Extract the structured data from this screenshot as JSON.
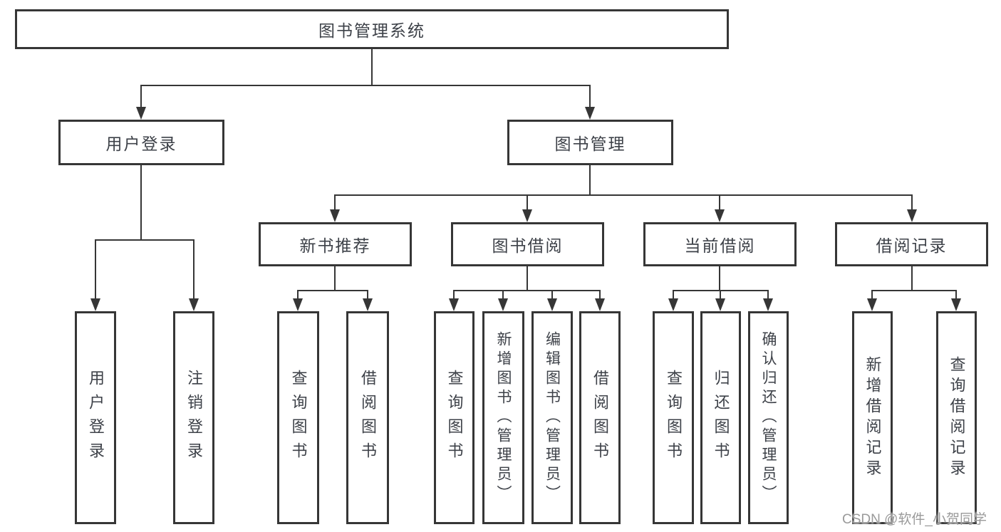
{
  "tree": {
    "root": {
      "label": "图书管理系统",
      "children": [
        {
          "label": "用户登录",
          "children": [
            {
              "label": "用户登录"
            },
            {
              "label": "注销登录"
            }
          ]
        },
        {
          "label": "图书管理",
          "children": [
            {
              "label": "新书推荐",
              "children": [
                {
                  "label": "查询图书"
                },
                {
                  "label": "借阅图书"
                }
              ]
            },
            {
              "label": "图书借阅",
              "children": [
                {
                  "label": "查询图书"
                },
                {
                  "label": "新增图书（管理员）"
                },
                {
                  "label": "编辑图书（管理员）"
                },
                {
                  "label": "借阅图书"
                }
              ]
            },
            {
              "label": "当前借阅",
              "children": [
                {
                  "label": "查询图书"
                },
                {
                  "label": "归还图书"
                },
                {
                  "label": "确认归还（管理员）"
                }
              ]
            },
            {
              "label": "借阅记录",
              "children": [
                {
                  "label": "新增借阅记录"
                },
                {
                  "label": "查询借阅记录"
                }
              ]
            }
          ]
        }
      ]
    }
  },
  "watermark": {
    "text": "CSDN @软件_小贺同学"
  },
  "colors": {
    "box_border": "#363636",
    "connector_line": "#363636",
    "node_text": "#3d4148",
    "watermark_text": "#9a9a9a",
    "background": "#ffffff"
  }
}
